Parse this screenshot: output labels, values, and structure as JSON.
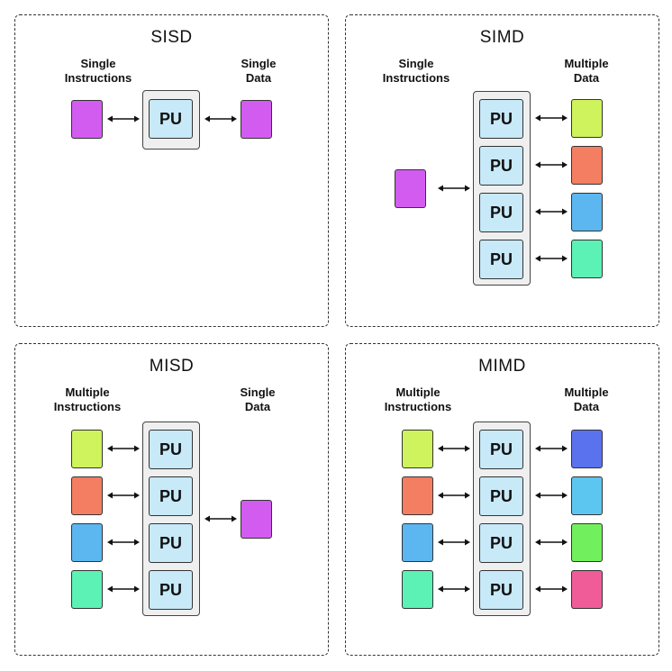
{
  "panels": {
    "sisd": {
      "title": "SISD",
      "left_label": [
        "Single",
        "Instructions"
      ],
      "right_label": [
        "Single",
        "Data"
      ],
      "pu_labels": [
        "PU"
      ],
      "instruction_colors": [
        "#d35cf0"
      ],
      "data_colors": [
        "#d35cf0"
      ]
    },
    "simd": {
      "title": "SIMD",
      "left_label": [
        "Single",
        "Instructions"
      ],
      "right_label": [
        "Multiple",
        "Data"
      ],
      "pu_labels": [
        "PU",
        "PU",
        "PU",
        "PU"
      ],
      "instruction_colors": [
        "#d35cf0"
      ],
      "data_colors": [
        "#cef35c",
        "#f47e62",
        "#5cb6ef",
        "#5cf1b5"
      ]
    },
    "misd": {
      "title": "MISD",
      "left_label": [
        "Multiple",
        "Instructions"
      ],
      "right_label": [
        "Single",
        "Data"
      ],
      "pu_labels": [
        "PU",
        "PU",
        "PU",
        "PU"
      ],
      "instruction_colors": [
        "#cef35c",
        "#f47e62",
        "#5cb6ef",
        "#5cf1b5"
      ],
      "data_colors": [
        "#d35cf0"
      ]
    },
    "mimd": {
      "title": "MIMD",
      "left_label": [
        "Multiple",
        "Instructions"
      ],
      "right_label": [
        "Multiple",
        "Data"
      ],
      "pu_labels": [
        "PU",
        "PU",
        "PU",
        "PU"
      ],
      "instruction_colors": [
        "#cef35c",
        "#f47e62",
        "#5cb6ef",
        "#5cf1b5"
      ],
      "data_colors": [
        "#5b72ee",
        "#5cc6f0",
        "#72ef5c",
        "#ef5c98"
      ]
    }
  }
}
